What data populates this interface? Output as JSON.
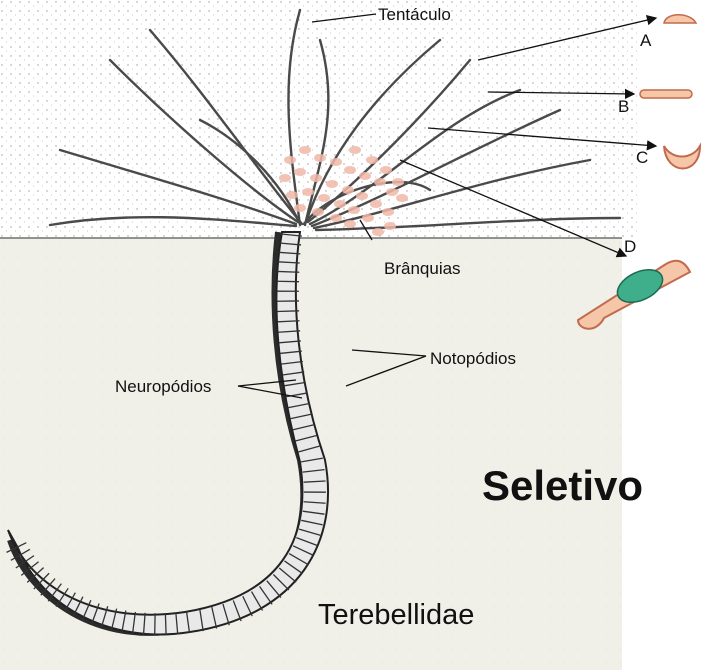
{
  "labels": {
    "tentacle": "Tentáculo",
    "gills": "Brânquias",
    "notopodia": "Notopódios",
    "neuropodia": "Neuropódios",
    "a": "A",
    "b": "B",
    "c": "C",
    "d": "D",
    "feeding_mode": "Seletivo",
    "family": "Terebellidae"
  },
  "colors": {
    "sediment": "#f1f0e8",
    "water_dots": "#9a9a9a",
    "gills": "#f0b8a8",
    "food_particle": "#3fae8a",
    "particle_outline": "#c26a4e",
    "particle_fill": "#f6c6a8"
  }
}
